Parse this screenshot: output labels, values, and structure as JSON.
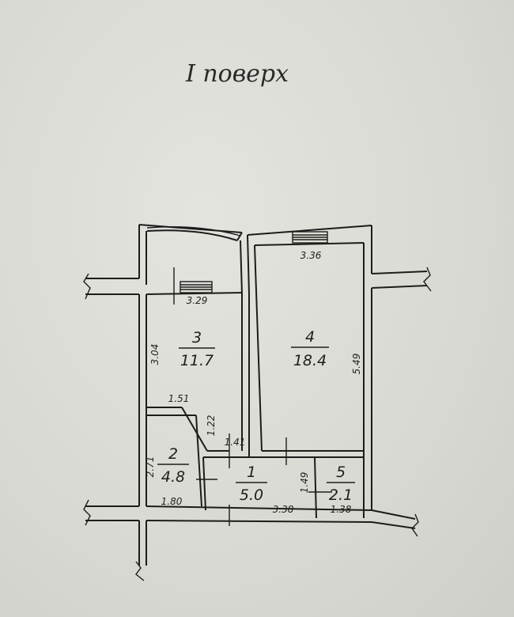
{
  "title": "І поверх",
  "rooms": [
    {
      "number": "1",
      "area": "5.0"
    },
    {
      "number": "2",
      "area": "4.8"
    },
    {
      "number": "3",
      "area": "11.7"
    },
    {
      "number": "4",
      "area": "18.4"
    },
    {
      "number": "5",
      "area": "2.1"
    }
  ],
  "dimensions": {
    "d_3_36": "3.36",
    "d_3_29": "3.29",
    "d_3_04": "3.04",
    "d_5_49": "5.49",
    "d_1_51": "1.51",
    "d_1_22": "1.22",
    "d_1_41": "1.41",
    "d_2_71": "2.71",
    "d_1_80": "1.80",
    "d_3_38": "3.38",
    "d_1_49": "1.49",
    "d_1_38": "1.38"
  }
}
